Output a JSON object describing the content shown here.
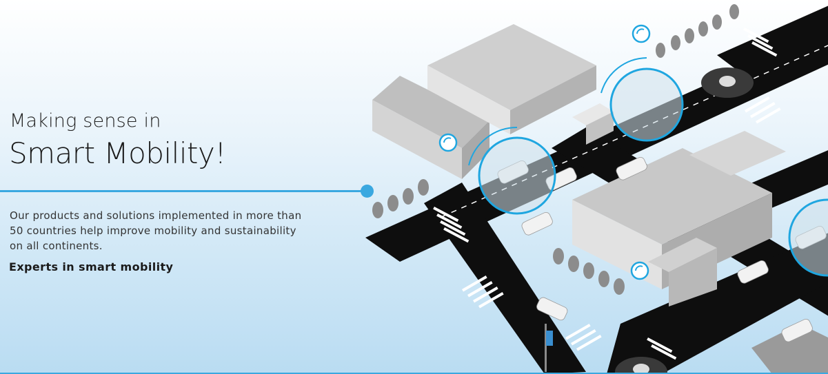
{
  "hero": {
    "kicker": "Making sense in",
    "headline": "Smart Mobility!",
    "description": "Our products and solutions implemented in more than 50 countries help improve mobility and sustainability on all continents.",
    "tagline": "Experts in smart mobility"
  },
  "illustration": {
    "subject": "isometric-smart-city",
    "icons": [
      "wifi-sensor-icon",
      "parking-sensor-icon",
      "car-icon",
      "traffic-light-icon",
      "tree-icon",
      "fountain-icon"
    ]
  },
  "colors": {
    "accent": "#3aa8e0",
    "road": "#111111",
    "building": "#d9d9d9",
    "text": "#1a1a1a"
  }
}
